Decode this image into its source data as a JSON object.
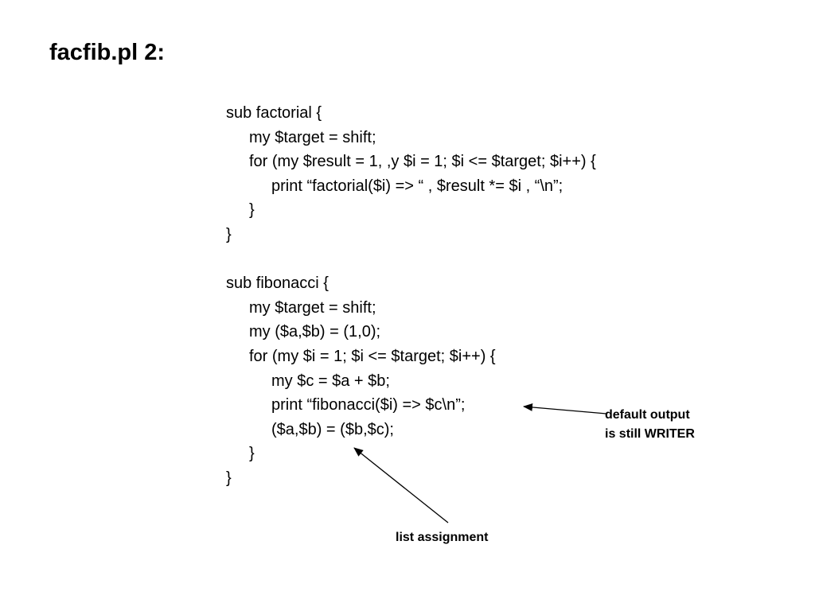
{
  "slide": {
    "title": "facfib.pl 2:"
  },
  "code": {
    "factorial": [
      "sub factorial {",
      "my $target = shift;",
      "for (my $result = 1, ,y $i = 1; $i <= $target; $i++) {",
      "print “factorial($i) => “ , $result *= $i , “\\n”;",
      "}",
      "}"
    ],
    "fibonacci": [
      "sub fibonacci {",
      "my $target = shift;",
      "my ($a,$b) = (1,0);",
      "for (my $i = 1; $i <= $target; $i++) {",
      "my $c = $a + $b;",
      "print “fibonacci($i) => $c\\n”;",
      "($a,$b) = ($b,$c);",
      "}",
      "}"
    ]
  },
  "annotations": {
    "default_output": [
      "default output",
      "is still WRITER"
    ],
    "list_assignment": "list assignment"
  }
}
